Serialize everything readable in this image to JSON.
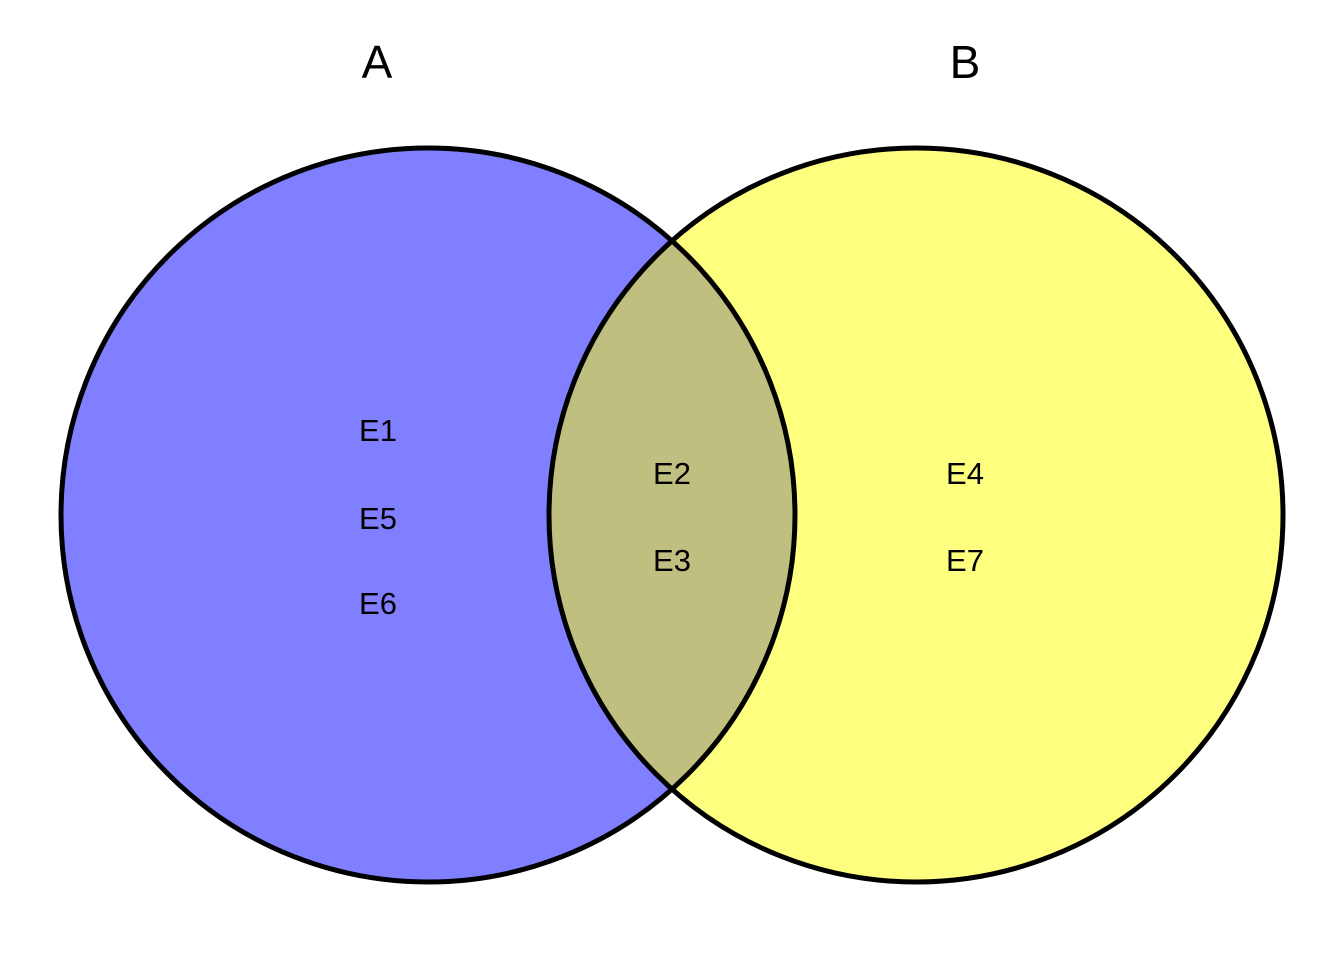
{
  "diagram": {
    "type": "venn",
    "background": "#FFFFFF",
    "outline_color": "#000000",
    "set_a": {
      "title": "A",
      "fill": "#0000FF",
      "items": [
        "E1",
        "E5",
        "E6"
      ]
    },
    "set_b": {
      "title": "B",
      "fill": "#FFFF00",
      "items": [
        "E4",
        "E7"
      ]
    },
    "intersection": {
      "items": [
        "E2",
        "E3"
      ]
    },
    "rendered_colors": {
      "a_only": "#8080FF",
      "b_only": "#FFFF80",
      "overlap": "#BFBF80"
    }
  }
}
